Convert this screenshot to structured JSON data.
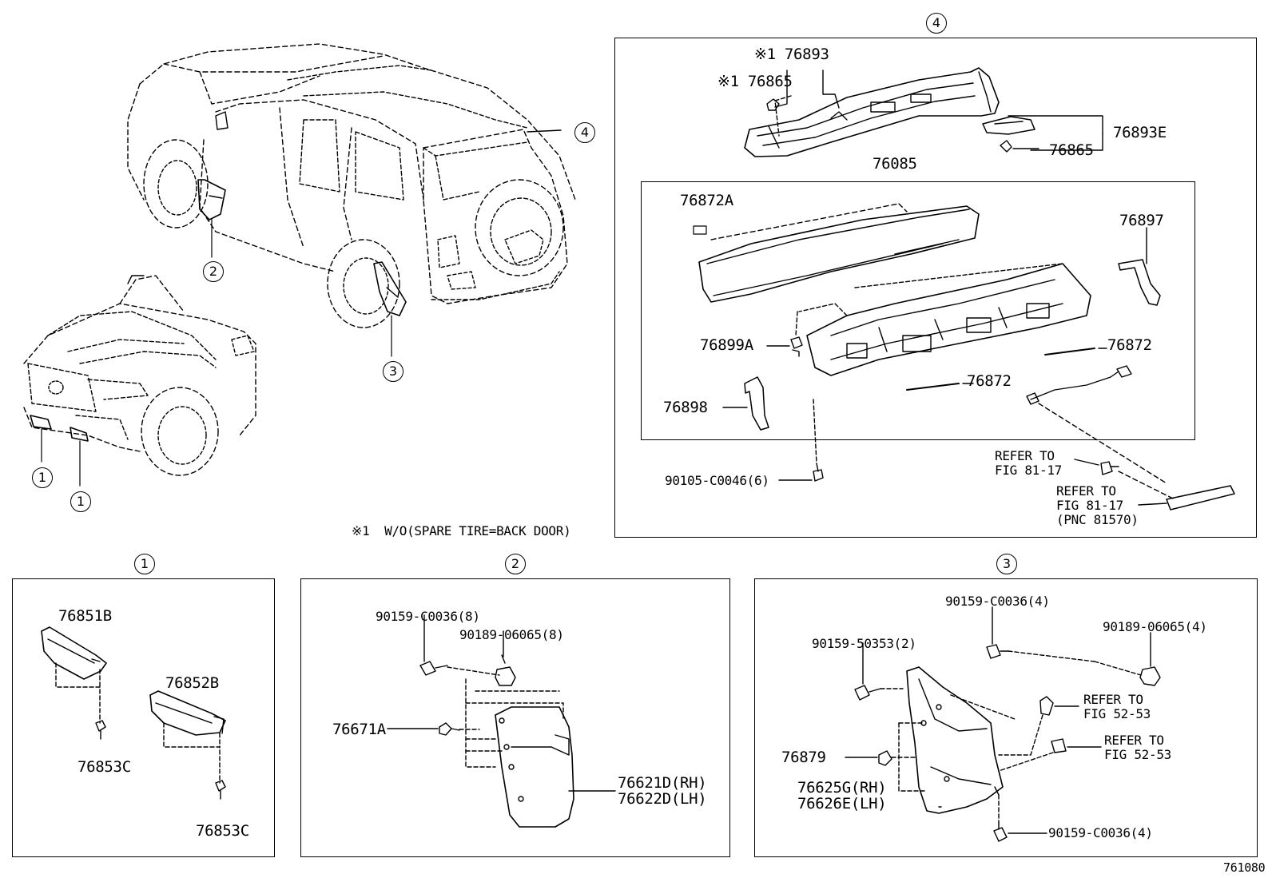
{
  "diagram": {
    "figure_id": "761080",
    "note": "※1  W/O(SPARE TIRE=BACK DOOR)",
    "callouts": {
      "c1": "1",
      "c2": "2",
      "c3": "3",
      "c4": "4"
    },
    "section4": {
      "p76893": "※1 76893",
      "p76865a": "※1 76865",
      "p76893E": "76893E",
      "p76865b": "76865",
      "p76085": "76085",
      "p76872A": "76872A",
      "p76897": "76897",
      "p76899A": "76899A",
      "p76872a": "76872",
      "p76872b": "76872",
      "p76898": "76898",
      "p90105": "90105-C0046(6)",
      "refer1": "REFER TO\nFIG 81-17",
      "refer2": "REFER TO\nFIG 81-17\n(PNC 81570)"
    },
    "section1": {
      "p76851B": "76851B",
      "p76852B": "76852B",
      "p76853Ca": "76853C",
      "p76853Cb": "76853C"
    },
    "section2": {
      "p90159": "90159-C0036(8)",
      "p90189": "90189-06065(8)",
      "p76671A": "76671A",
      "p76621D": "76621D(RH)\n76622D(LH)"
    },
    "section3": {
      "p90159top": "90159-C0036(4)",
      "p90189": "90189-06065(4)",
      "p90159_50353": "90159-50353(2)",
      "refer1": "REFER TO\nFIG 52-53",
      "refer2": "REFER TO\nFIG 52-53",
      "p76879": "76879",
      "p76625G": "76625G(RH)\n76626E(LH)",
      "p90159bot": "90159-C0036(4)"
    }
  }
}
